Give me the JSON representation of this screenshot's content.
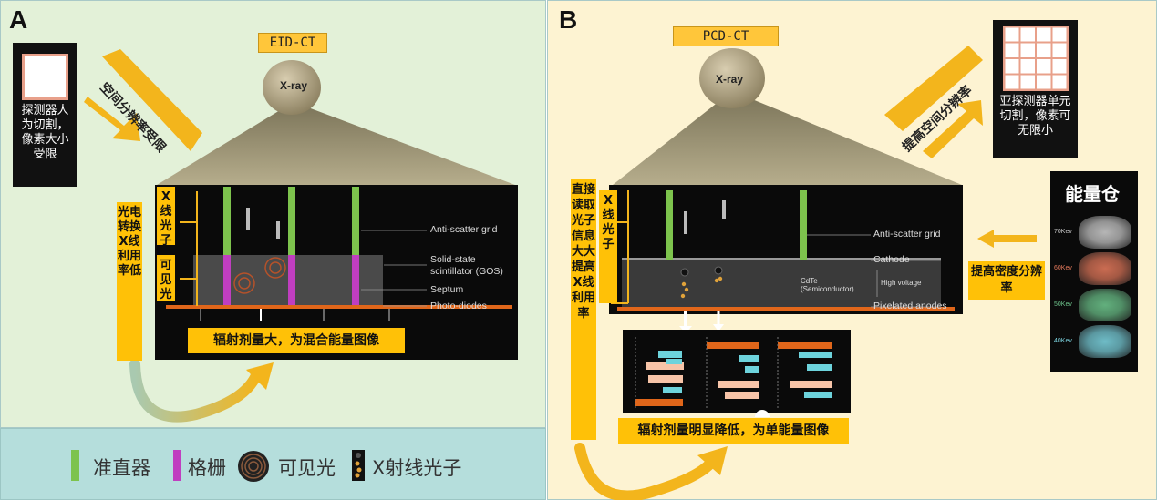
{
  "panel_a": {
    "letter": "A",
    "label": "EID-CT",
    "xray": "X-ray",
    "pixel_note": "探测器人为切割，像素大小受限",
    "arrow_text": "空间分辨率受限",
    "side_text": "光电转换 X线利用率低",
    "zone1": "X线光子",
    "zone2": "可见光",
    "det_labels": [
      "Anti-scatter grid",
      "Solid-state",
      "scintillator (GOS)",
      "Septum",
      "Photo-diodes"
    ],
    "caption": "辐射剂量大，为混合能量图像"
  },
  "panel_b": {
    "letter": "B",
    "label": "PCD-CT",
    "xray": "X-ray",
    "pixel_note": "亚探测器单元切割，像素可无限小",
    "arrow_text": "提高空间分辨率",
    "side_text": "直接读取光子信息 大大提高X线利用率",
    "zone1": "X线光子",
    "det_labels": [
      "Anti-scatter grid",
      "Cathode",
      "CdTe",
      "(Semiconductor)",
      "High voltage",
      "Pixelated anodes"
    ],
    "caption": "辐射剂量明显降低，为单能量图像",
    "density_text": "提高密度分辨率",
    "energy_title": "能量仓",
    "energy_bins": [
      {
        "label": "70Kev",
        "color": "#c9c9c9"
      },
      {
        "label": "60Kev",
        "color": "#e0775a"
      },
      {
        "label": "50Kev",
        "color": "#6cc28a"
      },
      {
        "label": "40Kev",
        "color": "#7ad0dc"
      }
    ]
  },
  "legend": {
    "items": [
      {
        "label": "准直器",
        "color": "#7dc34d"
      },
      {
        "label": "格栅",
        "color": "#c03ec0"
      },
      {
        "label": "可见光",
        "color": "#8a5a3c"
      },
      {
        "label": "X射线光子",
        "color": "#e0a23a"
      }
    ]
  }
}
